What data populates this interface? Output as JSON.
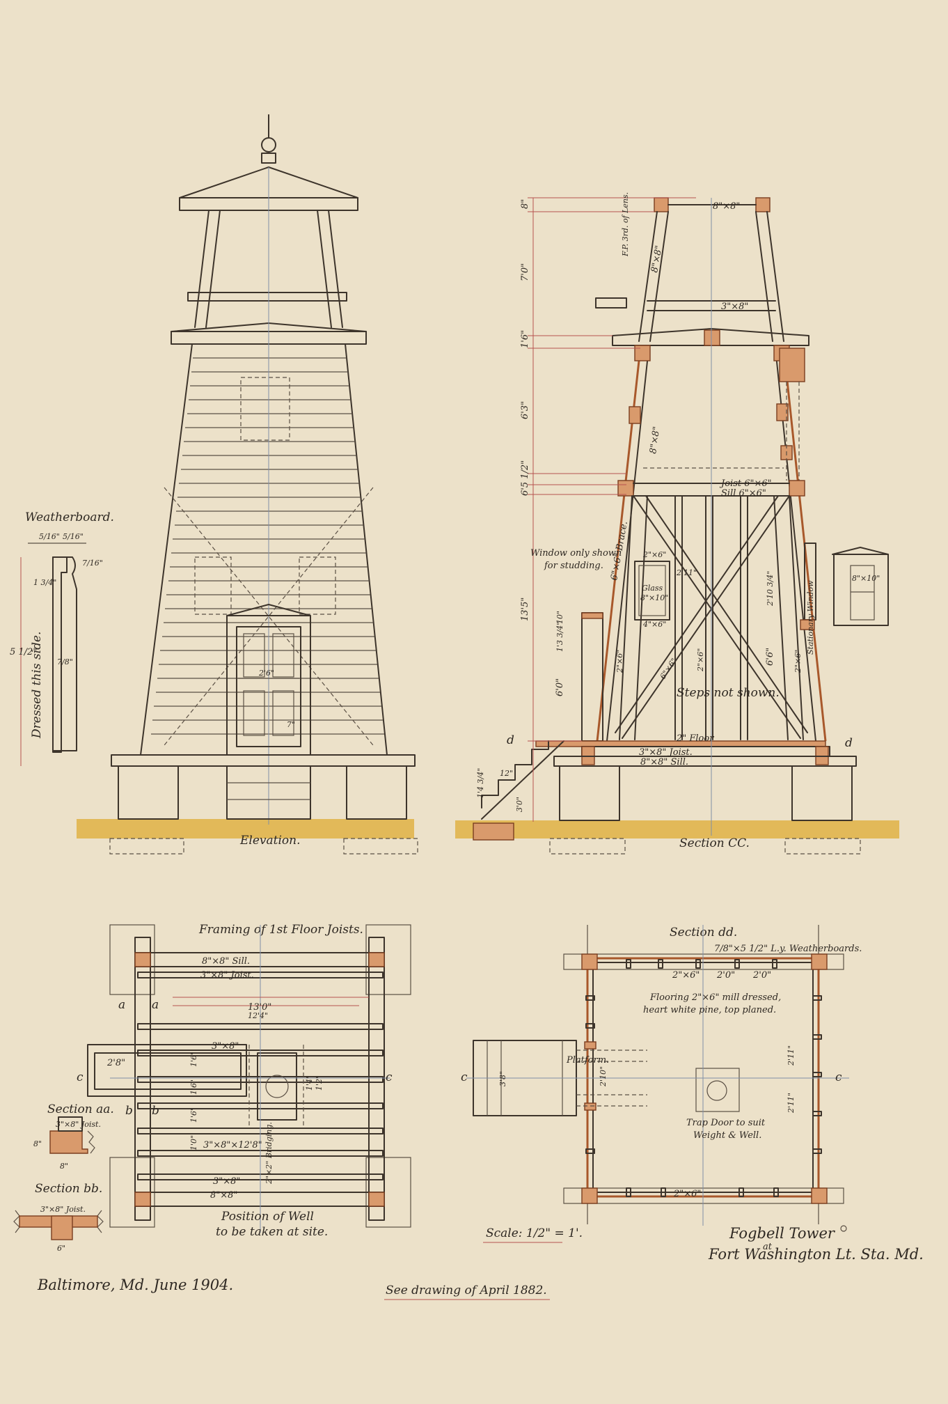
{
  "sheet": {
    "colors": {
      "paper": "#ece1c9",
      "ink": "#3d342b",
      "timber": "#d99a6c",
      "ground": "#e2b959",
      "red_ink": "#b6524f"
    },
    "views": {
      "elevation": "Elevation.",
      "section_cc": "Section CC.",
      "framing": "Framing of 1st Floor Joists.",
      "section_dd": "Section dd.",
      "weatherboard": "Weatherboard.",
      "section_aa": "Section aa.",
      "section_bb": "Section bb."
    },
    "notes": {
      "dressed_side": "Dressed this side.",
      "window_note_1": "Window only shown",
      "window_note_2": "for studding.",
      "steps_not_shown": "Steps not shown.",
      "position_of_well_1": "Position of Well",
      "position_of_well_2": "to be taken at site.",
      "flooring_1": "Flooring 2\"×6\" mill dressed,",
      "flooring_2": "heart white pine, top planed.",
      "weatherboards_dd": "7/8\"×5 1/2\" L.y. Weatherboards.",
      "trapdoor_1": "Trap Door to suit",
      "trapdoor_2": "Weight & Well.",
      "platform": "Platform.",
      "fp_lens": "F.P. 3rd. of Lens.",
      "stationary_window": "Stationary Window",
      "glass": "Glass",
      "glass_size": "8\"×10\"",
      "stationary_glass": "8\"×10\""
    },
    "dimensions": {
      "d_8_1": "8\"",
      "d_70": "7'0\"",
      "d_16": "1'6\"",
      "d_63": "6'3\"",
      "d_652": "6'5 1/2\"",
      "d_135": "13'5\"",
      "d_10": "10\"",
      "d_134": "1'3 3/4\"",
      "d_60": "6'0\"",
      "d_148": "1'4 3/4\"",
      "d_12": "12\"",
      "d_30": "3'0\"",
      "top_beam": "8\"×8\"",
      "rail_3x8": "3\"×8\"",
      "post_8x8": "8\"×8\"",
      "brace": "6\"×6\" Brace.",
      "joist_sill_1": "Joist 6\"×6\"",
      "joist_sill_2": "Sill 6\"×6\"",
      "floor": "2\" Floor",
      "joist_3x8": "3\"×8\" Joist.",
      "sill_8x8": "8\"×8\" Sill.",
      "stud_2x6a": "2\"×6\"",
      "stud_2x6b": "2\"×6\"",
      "stud_2x6c": "2\"×6\"",
      "brace_6x6": "6\"×6\"",
      "d_26": "2'6\"",
      "d_211": "2'11\"",
      "d_2104": "2'10 3/4\"",
      "d_66": "6'6\"",
      "w_46": "4\"×6\"",
      "w_26": "2\"×6\"",
      "door_26": "2'6\"",
      "door_7": "7\"",
      "wb_516a": "5/16\"",
      "wb_516b": "5/16\"",
      "wb_716": "7/16\"",
      "wb_134": "1 3/4\"",
      "wb_78": "7/8\"",
      "wb_512": "5 1/2\"",
      "f_sill": "8\"×8\" Sill.",
      "f_joist": "3\"×8\" Joist.",
      "f_130": "13'0\"",
      "f_124": "12'4\"",
      "f_3x8a": "3\"×8\"",
      "f_28": "2'8\"",
      "f_16a": "1'6\"",
      "f_16b": "1'6\"",
      "f_16c": "1'6\"",
      "f_10": "1'0\"",
      "f_3812": "3\"×8\"×12'8\"",
      "f_bridging": "2\"×2\" Bridging.",
      "f_3x8b": "3\"×8\"",
      "f_8x8": "8\"×8\"",
      "f_14": "1'4\"",
      "f_12": "1'2\"",
      "sa_joist": "3\"×8\" Joist.",
      "sa_8a": "8\"",
      "sa_8b": "8\"",
      "sb_joist": "3\"×8\" Joist.",
      "sb_6": "6\"",
      "dd_26a": "2\"×6\"",
      "dd_20a": "2'0\"",
      "dd_20b": "2'0\"",
      "dd_211a": "2'11\"",
      "dd_211b": "2'11\"",
      "dd_38": "3'8\"",
      "dd_210": "2'10\"",
      "dd_26b": "2\"×6\""
    },
    "section_letters": {
      "a": "a",
      "b": "b",
      "c": "c",
      "d": "d"
    },
    "scale": "Scale: 1/2\" = 1'.",
    "signature_place": "Baltimore, Md. June 1904.",
    "see_drawing": "See drawing of April 1882.",
    "tower_title_1": "Fogbell Tower",
    "tower_title_2": "at",
    "tower_title_3": "Fort Washington Lt. Sta. Md."
  }
}
